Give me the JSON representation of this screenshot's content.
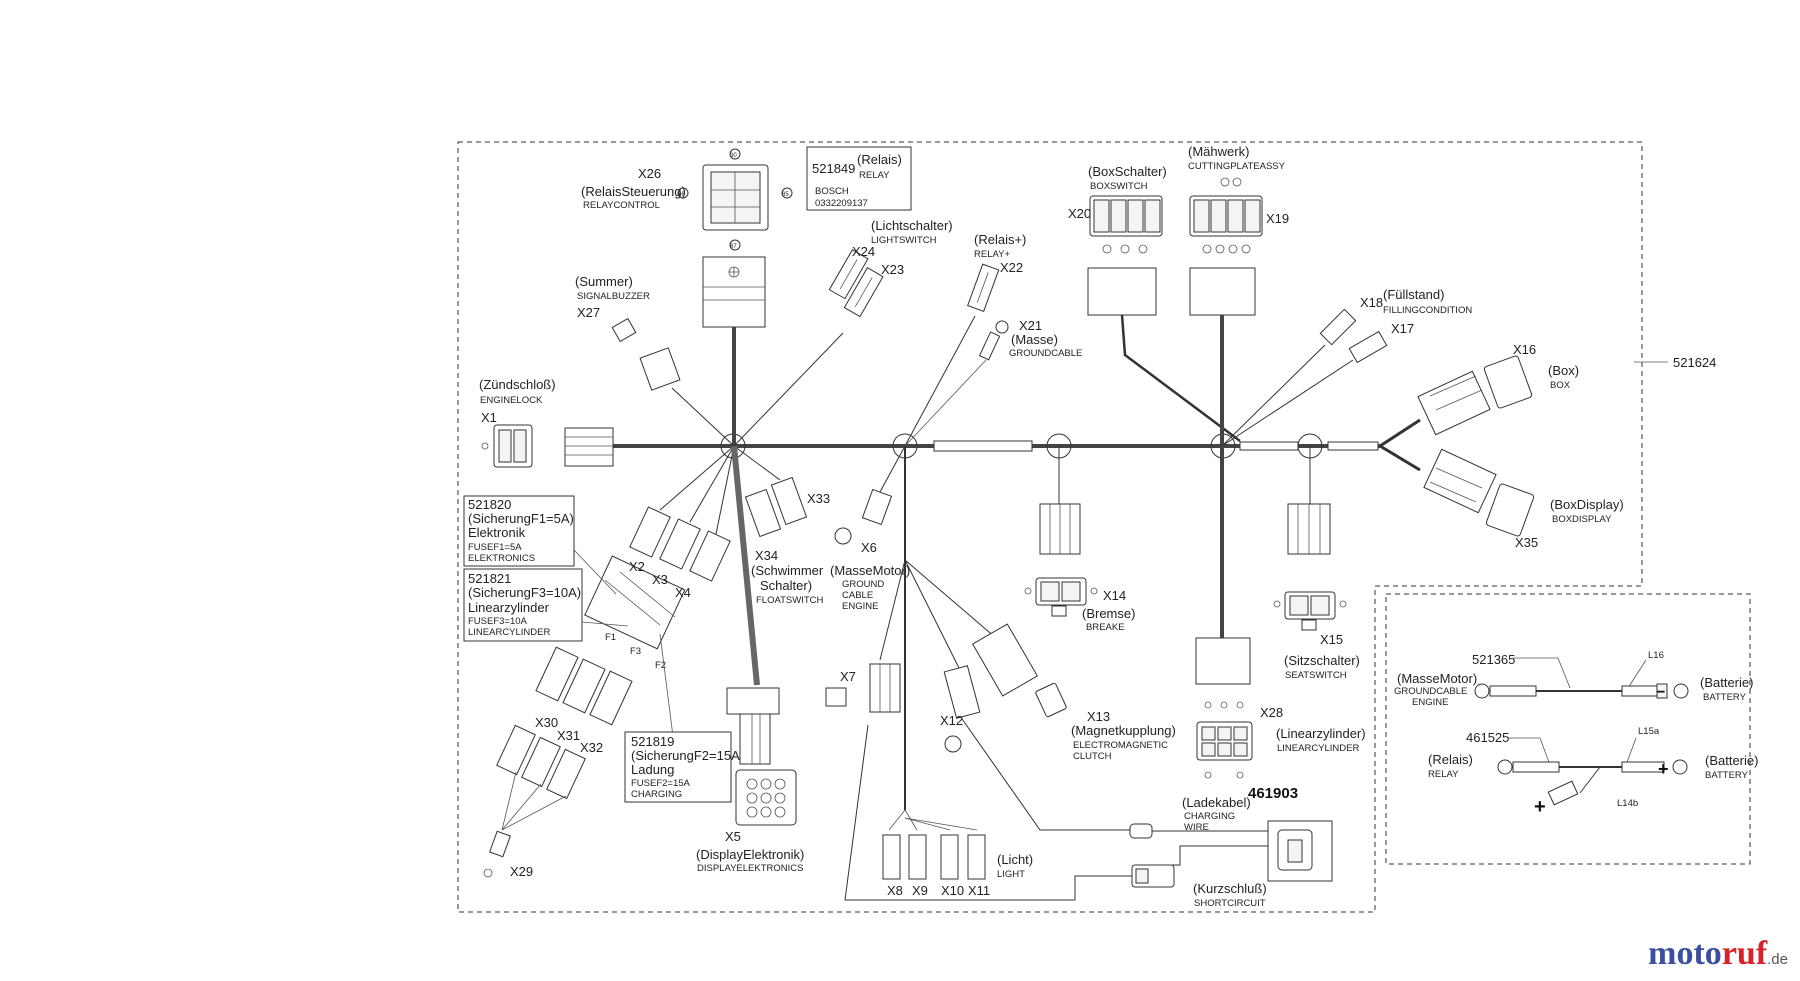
{
  "title_code": "521624",
  "connectors": {
    "x26": "X26",
    "x24": "X24",
    "x23": "X23",
    "x22": "X22",
    "x21": "X21",
    "x20": "X20",
    "x19": "X19",
    "x18": "X18",
    "x17": "X17",
    "x16": "X16",
    "x27": "X27",
    "x1": "X1",
    "x2": "X2",
    "x3": "X3",
    "x4": "X4",
    "x33": "X33",
    "x34": "X34",
    "x6": "X6",
    "x14": "X14",
    "x15": "X15",
    "x35": "X35",
    "x7": "X7",
    "x12": "X12",
    "x13": "X13",
    "x28": "X28",
    "x30": "X30",
    "x31": "X31",
    "x32": "X32",
    "x29": "X29",
    "x5": "X5",
    "x8": "X8",
    "x9": "X9",
    "x10": "X10",
    "x11": "X11"
  },
  "labels": {
    "relais_steuerung": "(RelaisSteuerung)",
    "relaycontrol": "RELAYCONTROL",
    "relais_code": "521849",
    "relais": "(Relais)",
    "relay": "RELAY",
    "bosch": "BOSCH",
    "bosch_no": "0332209137",
    "lichtschalter": "(Lichtschalter)",
    "lightswitch": "LIGHTSWITCH",
    "relais_plus": "(Relais+)",
    "relay_plus": "RELAY+",
    "masse": "(Masse)",
    "groundcable": "GROUNDCABLE",
    "boxschalter": "(BoxSchalter)",
    "boxswitch": "BOXSWITCH",
    "maehwerk": "(Mähwerk)",
    "cuttingplate": "CUTTINGPLATEASSY",
    "fuellstand": "(Füllstand)",
    "fillingcondition": "FILLINGCONDITION",
    "summer": "(Summer)",
    "signalbuzzer": "SIGNALBUZZER",
    "zuendschloss": "(Zündschloß)",
    "enginelock": "ENGINELOCK",
    "box": "(Box)",
    "box_en": "BOX",
    "boxdisplay": "(BoxDisplay)",
    "boxdisplay_en": "BOXDISPLAY",
    "f1_code": "521820",
    "f1_de": "(SicherungF1=5A)",
    "f1_de2": "Elektronik",
    "f1_en": "FUSEF1=5A",
    "f1_en2": "ELEKTRONICS",
    "f3_code": "521821",
    "f3_de": "(SicherungF3=10A)",
    "f3_de2": "Linearzylinder",
    "f3_en": "FUSEF3=10A",
    "f3_en2": "LINEARCYLINDER",
    "schwimmer": "(Schwimmer",
    "schalter": "Schalter)",
    "floatswitch": "FLOATSWITCH",
    "massemotor": "(MasseMotor)",
    "ground": "GROUND",
    "cable": "CABLE",
    "engine": "ENGINE",
    "bremse": "(Bremse)",
    "breake": "BREAKE",
    "sitzschalter": "(Sitzschalter)",
    "seatswitch": "SEATSWITCH",
    "magnet": "(Magnetkupplung)",
    "electromag": "ELECTROMAGNETIC",
    "clutch": "CLUTCH",
    "linear": "(Linearzylinder)",
    "linear_en": "LINEARCYLINDER",
    "f2_code": "521819",
    "f2_de": "(SicherungF2=15A)",
    "f2_de2": "Ladung",
    "f2_en": "FUSEF2=15A",
    "f2_en2": "CHARGING",
    "displayelek": "(DisplayElektronik)",
    "displayelek_en": "DISPLAYELEKTRONICS",
    "ladekabel_code": "461903",
    "ladekabel": "(Ladekabel)",
    "charging": "CHARGING",
    "wire": "WIRE",
    "licht": "(Licht)",
    "light": "LIGHT",
    "kurzschluss": "(Kurzschluß)",
    "shortcircuit": "SHORTCIRCUIT",
    "f1_mark": "F1",
    "f3_mark": "F3",
    "f2_mark": "F2",
    "pin30": "30",
    "pin85": "85",
    "pin86": "86",
    "pin87": "87"
  },
  "inset": {
    "code1": "521365",
    "l16": "L16",
    "massemotor": "(MasseMotor)",
    "groundcable": "GROUNDCABLE",
    "engine": "ENGINE",
    "batterie1": "(Batterie)",
    "battery1": "BATTERY",
    "code2": "461525",
    "l15a": "L15a",
    "l14b": "L14b",
    "relais": "(Relais)",
    "relay": "RELAY",
    "batterie2": "(Batterie)",
    "battery2": "BATTERY",
    "plus": "+",
    "minus": "−"
  },
  "logo": {
    "part1": "moto",
    "part2": "ruf",
    "suffix": ".de"
  }
}
